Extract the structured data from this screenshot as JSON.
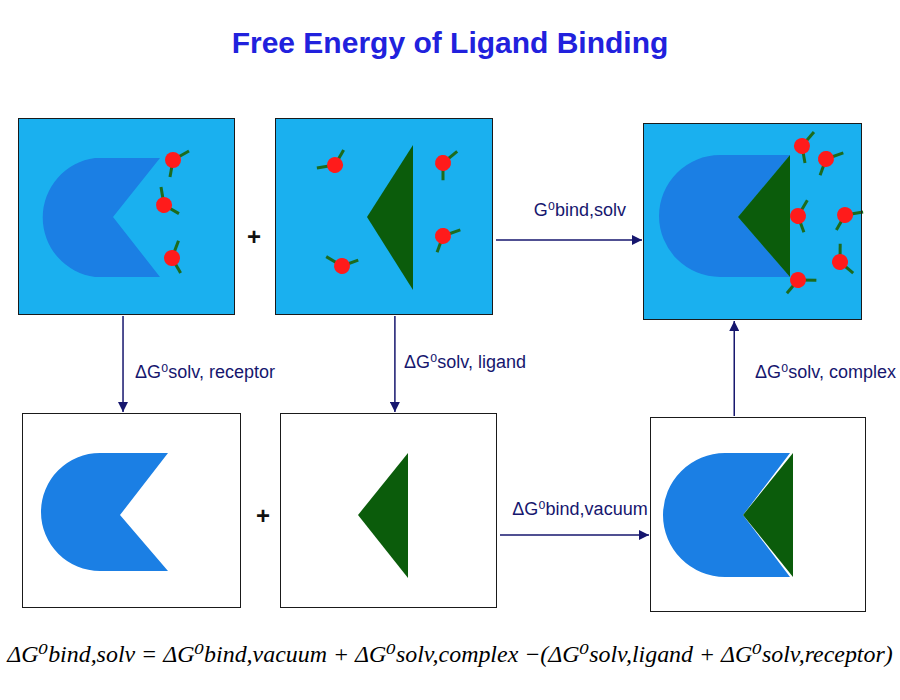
{
  "diagram": {
    "title": "Free Energy of Ligand Binding",
    "nodes": [
      {
        "text": []
      },
      {
        "text": []
      },
      {
        "text": []
      },
      {
        "text": []
      },
      {
        "text": []
      },
      {
        "text": []
      }
    ],
    "edges": [
      {
        "from": 1,
        "to": 2,
        "arrow": "to",
        "label": "G⁰bind,solv"
      },
      {
        "from": 0,
        "to": 3,
        "arrow": "to",
        "label": "ΔG⁰solv, receptor"
      },
      {
        "from": 1,
        "to": 4,
        "arrow": "to",
        "label": "ΔG⁰solv, ligand"
      },
      {
        "from": 5,
        "to": 2,
        "arrow": "to",
        "label": "ΔG⁰solv, complex"
      },
      {
        "from": 4,
        "to": 5,
        "arrow": "to",
        "label": "ΔG⁰bind,vacuum"
      }
    ],
    "labels": [
      "+",
      "+",
      "ΔG⁰bind,solv = ΔG⁰bind,vacuum + ΔG⁰solv,complex −(ΔG⁰solv,ligand + ΔG⁰solv,receptor)"
    ]
  }
}
